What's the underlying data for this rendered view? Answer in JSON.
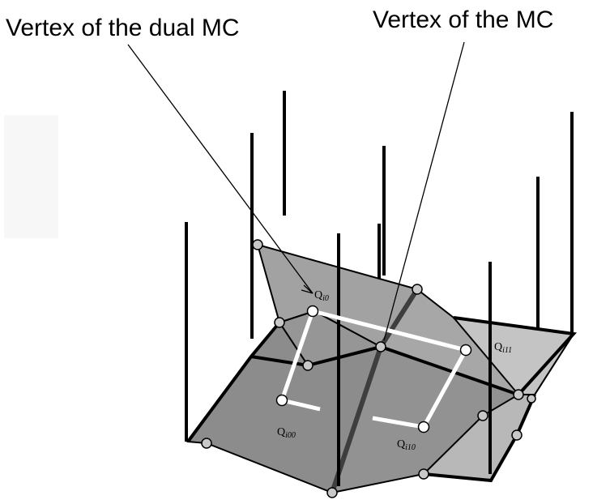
{
  "annotations": {
    "dual_mc_vertex": "Vertex of the dual MC",
    "mc_vertex": "Vertex of the MC"
  },
  "points": {
    "q_i0": {
      "base": "Q",
      "sub": "i0"
    },
    "q_i11": {
      "base": "Q",
      "sub": "i11"
    },
    "q_i00": {
      "base": "Q",
      "sub": "i00"
    },
    "q_i10": {
      "base": "Q",
      "sub": "i10"
    }
  },
  "colors": {
    "surface_dark": "#8e8e8e",
    "surface_mid": "#a4a4a4",
    "surface_light": "#c2c2c2",
    "edge": "#000000",
    "dual_edge": "#ffffff",
    "faint_box": "#f5f5f5"
  }
}
